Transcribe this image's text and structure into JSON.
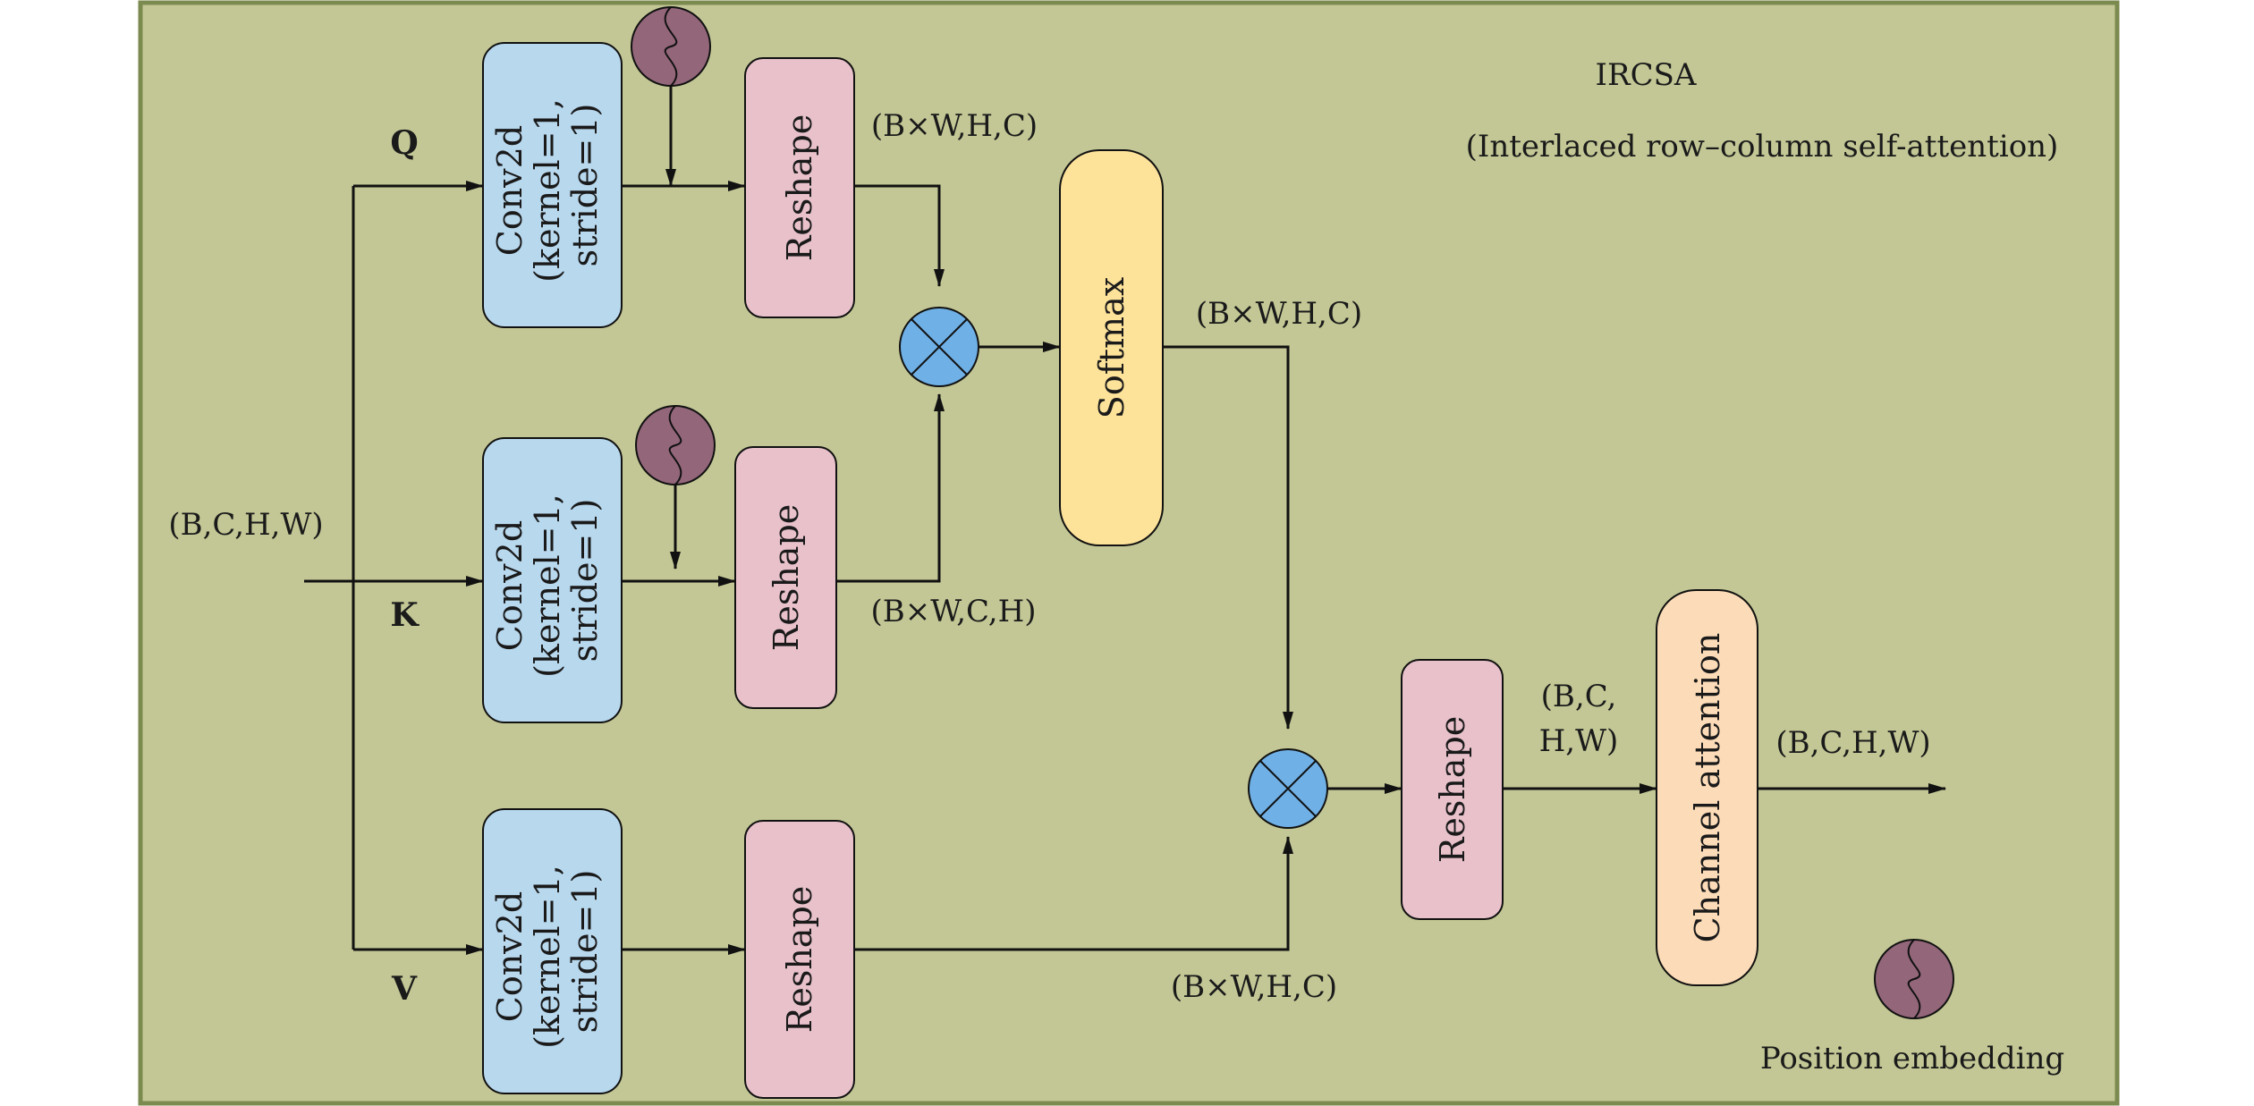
{
  "title": "IRCSA",
  "subtitle": "(Interlaced row–column self-attention)",
  "input_label": "(B,C,H,W)",
  "output_label": "(B,C,H,W)",
  "branches": {
    "q": "Q",
    "k": "K",
    "v": "V"
  },
  "conv_block": {
    "line1": "Conv2d",
    "line2": "(kernel=1,",
    "line3": "stride=1)"
  },
  "reshape_label": "Reshape",
  "softmax_label": "Softmax",
  "channel_attention_label": "Channel attention",
  "shapes": {
    "q_reshape": "(B×W,H,C)",
    "k_reshape": "(B×W,C,H)",
    "softmax_out": "(B×W,H,C)",
    "v_reshape": "(B×W,H,C)",
    "final_reshape_line1": "(B,C,",
    "final_reshape_line2": "H,W)"
  },
  "legend": {
    "position_embedding": "Position embedding"
  },
  "colors": {
    "background": "#c3c795",
    "border": "#7b8a4f",
    "conv": "#b8d8ee",
    "reshape": "#e8c1cb",
    "softmax": "#fde29a",
    "channel_attention": "#fcdcb8",
    "multiply": "#6fb0e6",
    "position_embedding": "#93667a"
  }
}
